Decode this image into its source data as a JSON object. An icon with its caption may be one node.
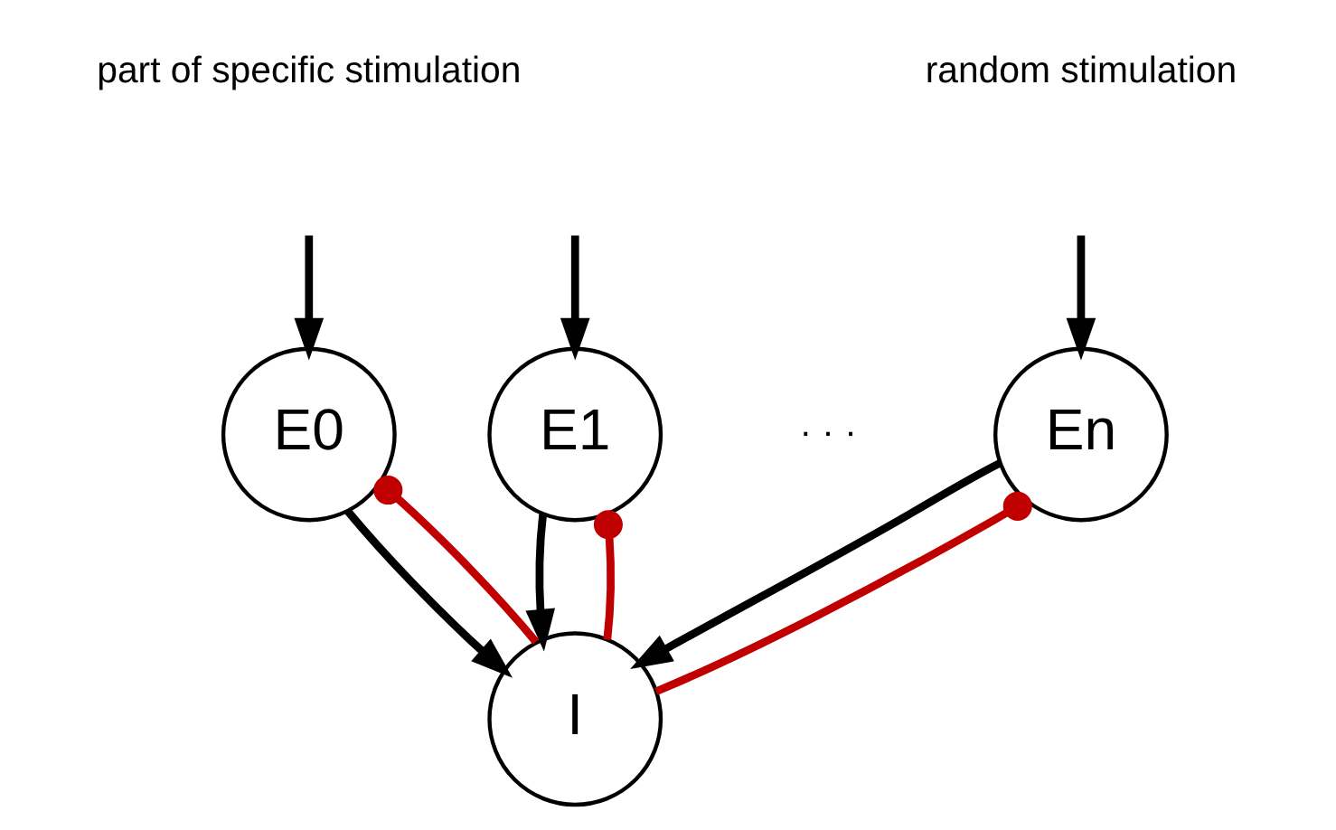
{
  "diagram": {
    "nodes": [
      {
        "text": [
          "E0"
        ]
      },
      {
        "text": [
          "E1"
        ]
      },
      {
        "text": [
          "En"
        ]
      },
      {
        "text": [
          "I"
        ]
      }
    ],
    "edges": [
      {
        "from": null,
        "to": 0,
        "arrow": "to"
      },
      {
        "from": null,
        "to": 1,
        "arrow": "to"
      },
      {
        "from": null,
        "to": 2,
        "arrow": "to"
      },
      {
        "from": 0,
        "to": 3,
        "arrow": "to"
      },
      {
        "from": 3,
        "to": 0,
        "arrow": "other",
        "color": "#c00000"
      },
      {
        "from": 1,
        "to": 3,
        "arrow": "to"
      },
      {
        "from": 3,
        "to": 1,
        "arrow": "other",
        "color": "#c00000"
      },
      {
        "from": 2,
        "to": 3,
        "arrow": "to"
      },
      {
        "from": 3,
        "to": 2,
        "arrow": "other",
        "color": "#c00000"
      }
    ],
    "labels": [
      "part of specific stimulation",
      "random stimulation",
      "· · ·"
    ]
  }
}
